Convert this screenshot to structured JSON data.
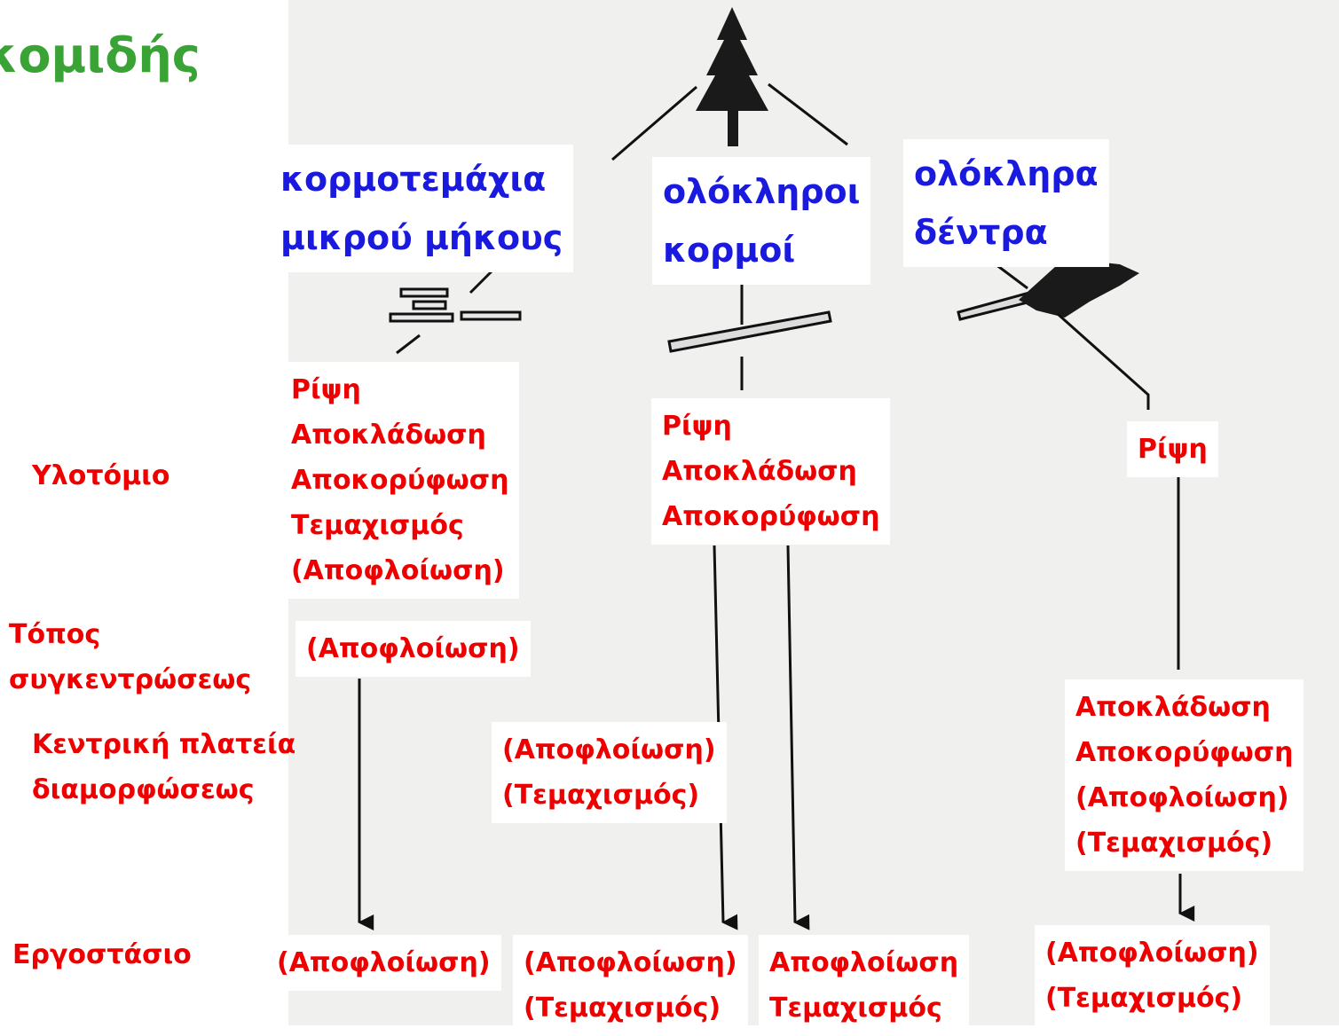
{
  "title": "κομιδής",
  "columns": {
    "short_logs": "κορμοτεμάχια\nμικρού μήκους",
    "whole_stems": "ολόκληροι\nκορμοί",
    "whole_trees": "ολόκληρα\nδέντρα"
  },
  "rows": {
    "forest": "Υλοτόμιο",
    "landing": "Τόπος\nσυγκεντρώσεως",
    "central_yard": "Κεντρική πλατεία\nδιαμορφώσεως",
    "mill": "Εργοστάσιο"
  },
  "operations": {
    "short_forest": "Ρίψη\nΑποκλάδωση\nΑποκορύφωση\nΤεμαχισμός\n(Αποφλοίωση)",
    "short_landing": "(Αποφλοίωση)",
    "short_mill": "(Αποφλοίωση)",
    "stems_forest": "Ρίψη\nΑποκλάδωση\nΑποκορύφωση",
    "stems_yard": "(Αποφλοίωση)\n(Τεμαχισμός)",
    "stems_mill_a": "(Αποφλοίωση)\n(Τεμαχισμός)",
    "stems_mill_b": "Αποφλοίωση\nΤεμαχισμός",
    "trees_forest": "Ρίψη",
    "trees_yard": "Αποκλάδωση\nΑποκορύφωση\n(Αποφλοίωση)\n(Τεμαχισμός)",
    "trees_mill": "(Αποφλοίωση)\n(Τεμαχισμός)"
  },
  "colors": {
    "title": "#3aa335",
    "column_heading": "#1a1adf",
    "operation": "#ee0000"
  },
  "icons": [
    "tree-icon",
    "log-bundle-icon",
    "log-icon",
    "felled-tree-icon"
  ]
}
